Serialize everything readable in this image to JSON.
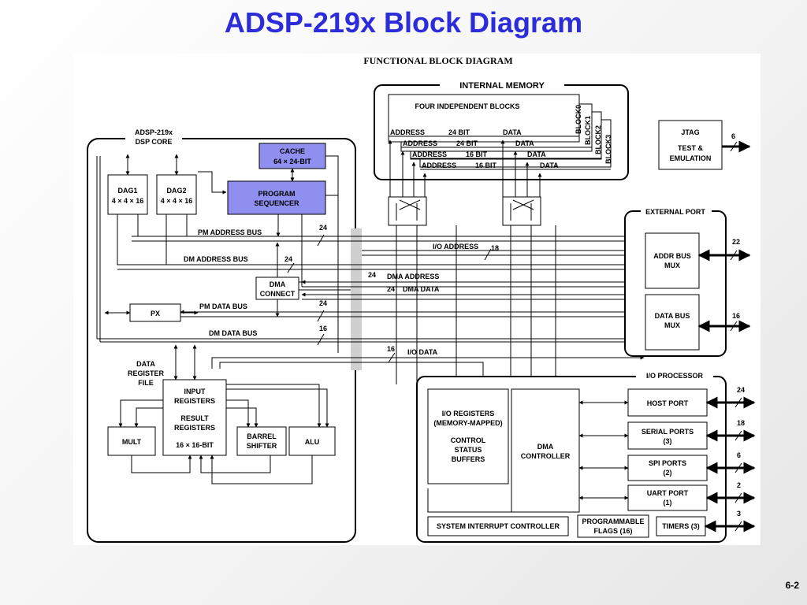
{
  "slide": {
    "title": "ADSP-219x Block Diagram",
    "page_number": "6-2"
  },
  "diagram": {
    "heading": "FUNCTIONAL BLOCK DIAGRAM",
    "internal_memory": {
      "title": "INTERNAL MEMORY",
      "subtitle": "FOUR  INDEPENDENT BLOCKS",
      "blocks": [
        "BLOCK0",
        "BLOCK1",
        "BLOCK2",
        "BLOCK3"
      ],
      "rows": [
        {
          "address": "ADDRESS",
          "width": "24 BIT",
          "data": "DATA"
        },
        {
          "address": "ADDRESS",
          "width": "24 BIT",
          "data": "DATA"
        },
        {
          "address": "ADDRESS",
          "width": "16 BIT",
          "data": "DATA"
        },
        {
          "address": "ADDRESS",
          "width": "16 BIT",
          "data": "DATA"
        }
      ]
    },
    "core": {
      "label_line1": "ADSP-219x",
      "label_line2": "DSP CORE",
      "cache_line1": "CACHE",
      "cache_line2": "64 × 24-BIT",
      "program_seq_line1": "PROGRAM",
      "program_seq_line2": "SEQUENCER",
      "dag1_line1": "DAG1",
      "dag1_line2": "4 × 4 × 16",
      "dag2_line1": "DAG2",
      "dag2_line2": "4 × 4 × 16",
      "dma_connect_line1": "DMA",
      "dma_connect_line2": "CONNECT",
      "px": "PX",
      "data_register_file": [
        "DATA",
        "REGISTER",
        "FILE"
      ],
      "input_registers": [
        "INPUT",
        "REGISTERS"
      ],
      "result_registers": [
        "RESULT",
        "REGISTERS"
      ],
      "register_size": "16 × 16-BIT",
      "mult": "MULT",
      "barrel_shifter": [
        "BARREL",
        "SHIFTER"
      ],
      "alu": "ALU"
    },
    "buses": {
      "pm_address": "PM ADDRESS BUS",
      "dm_address": "DM ADDRESS BUS",
      "pm_data": "PM DATA BUS",
      "dm_data": "DM DATA BUS",
      "io_address": "I/O ADDRESS",
      "dma_address": "DMA ADDRESS",
      "dma_data": "DMA DATA",
      "io_data": "I/O DATA",
      "widths": {
        "pm_address": "24",
        "dm_address": "24",
        "io_address": "18",
        "dma_address": "24",
        "dma_data": "24",
        "pm_data": "24",
        "dm_data": "16",
        "io_data": "16"
      }
    },
    "jtag": {
      "line1": "JTAG",
      "line2": "TEST &",
      "line3": "EMULATION",
      "pins": "6"
    },
    "external_port": {
      "title": "EXTERNAL PORT",
      "addr_mux": [
        "ADDR BUS",
        "MUX"
      ],
      "data_mux": [
        "DATA BUS",
        "MUX"
      ],
      "addr_pins": "22",
      "data_pins": "16"
    },
    "io_processor": {
      "title": "I/O PROCESSOR",
      "io_registers": [
        "I/O REGISTERS",
        "(MEMORY-MAPPED)",
        "",
        "CONTROL",
        "STATUS",
        "BUFFERS"
      ],
      "dma_controller": [
        "DMA",
        "CONTROLLER"
      ],
      "host_port": "HOST PORT",
      "serial_ports": [
        "SERIAL PORTS",
        "(3)"
      ],
      "spi_ports": [
        "SPI PORTS",
        "(2)"
      ],
      "uart_port": [
        "UART PORT",
        "(1)"
      ],
      "sys_interrupt": "SYSTEM INTERRUPT CONTROLLER",
      "prog_flags": [
        "PROGRAMMABLE",
        "FLAGS (16)"
      ],
      "timers": "TIMERS (3)",
      "pins": {
        "host": "24",
        "serial": "18",
        "spi": "6",
        "uart": "2",
        "timers": "3"
      }
    }
  },
  "colors": {
    "title": "#2c2cd8",
    "highlight_fill": "#8f8ff0",
    "bus_shadow": "#c8c8c8"
  }
}
